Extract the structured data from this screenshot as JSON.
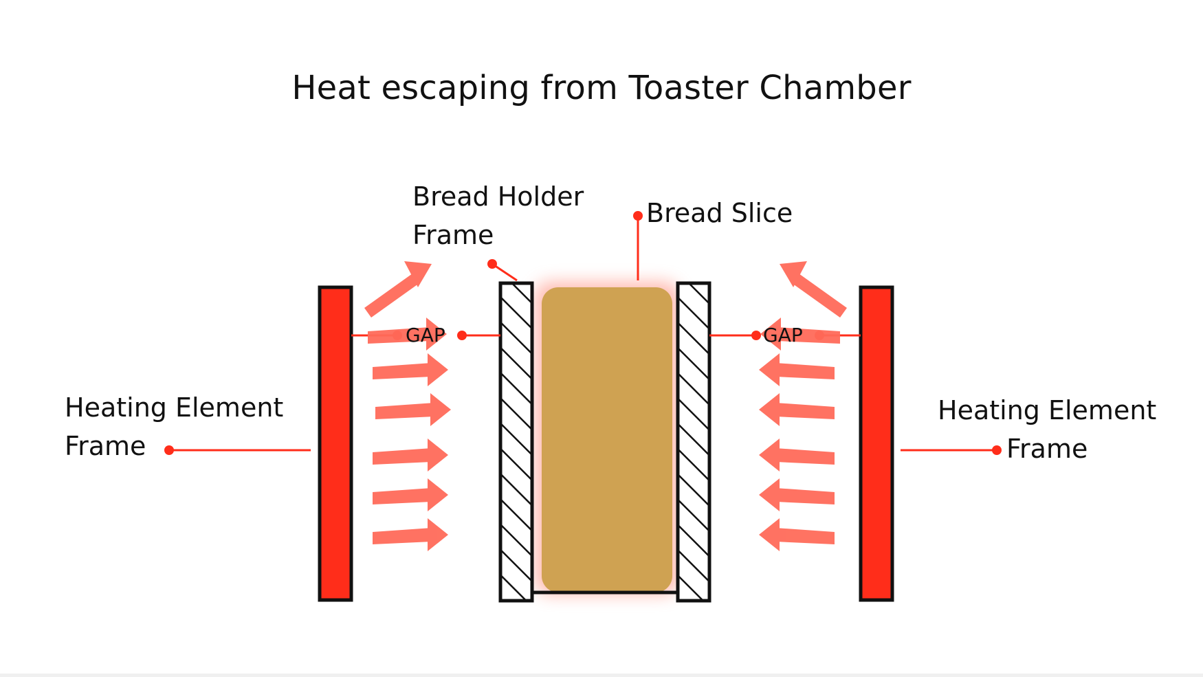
{
  "title": "Heat escaping from Toaster Chamber",
  "labels": {
    "bread_holder_frame": [
      "Bread Holder",
      "Frame"
    ],
    "bread_slice": "Bread Slice",
    "gap_left": "GAP",
    "gap_right": "GAP",
    "heating_element_left": [
      "Heating Element",
      "Frame"
    ],
    "heating_element_right": [
      "Heating Element",
      "Frame"
    ]
  },
  "colors": {
    "heating_element": "#ff2d1a",
    "outline": "#111111",
    "bread": "#cfa252",
    "arrow": "#ff6b5a",
    "leader_dot": "#ff2d1a"
  }
}
